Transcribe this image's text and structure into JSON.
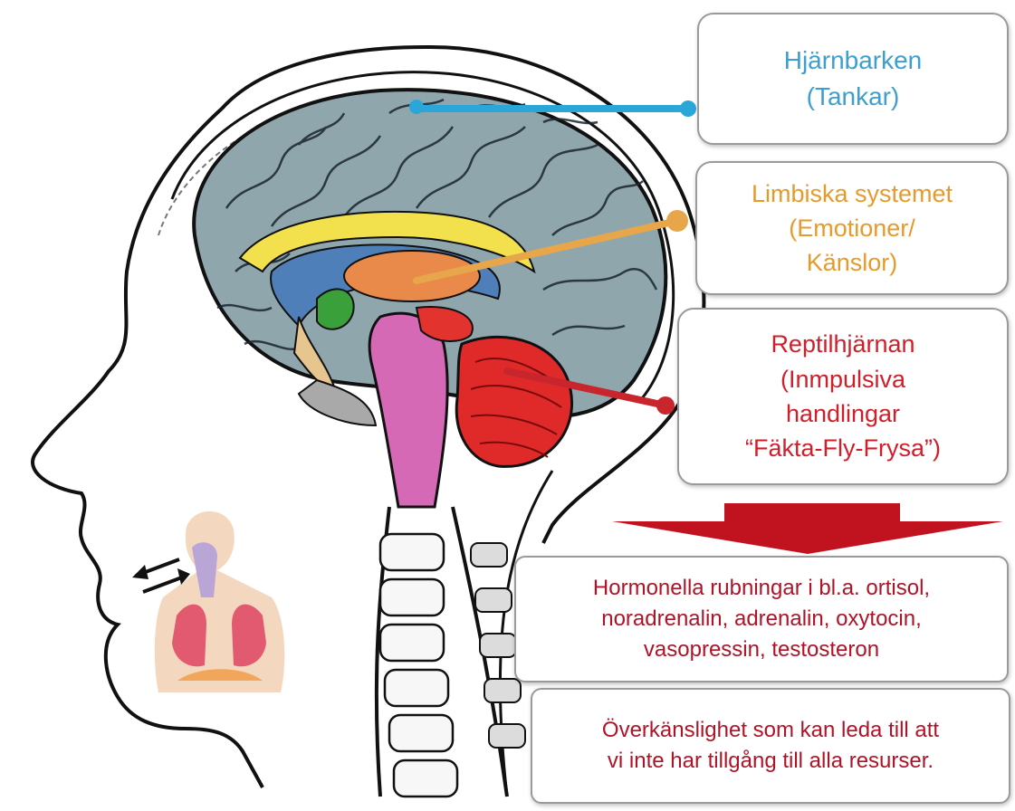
{
  "colors": {
    "cortex": "#3d9fcf",
    "limbic": "#e79a2c",
    "reptile": "#d11f2a",
    "hormone": "#b01327",
    "arrow": "#c1121f",
    "cortex_line": "#2aa6d9",
    "limbic_line": "#e8a64a",
    "reptile_line": "#c9252d"
  },
  "labels": {
    "cortex": {
      "title": "Hjärnbarken",
      "subtitle": "(Tankar)"
    },
    "limbic": {
      "title": "Limbiska systemet",
      "line2": "(Emotioner/",
      "line3": "Känslor)"
    },
    "reptile": {
      "title": "Reptilhjärnan",
      "line2": "(Inmpulsiva",
      "line3": "handlingar",
      "line4": "“Fäkta-Fly-Frysa”)"
    },
    "hormones": {
      "line1": "Hormonella rubningar i bl.a. ortisol,",
      "line2": "noradrenalin, adrenalin, oxytocin,",
      "line3": "vasopressin, testosteron"
    },
    "sensitivity": {
      "line1": "Överkänslighet som kan leda till att",
      "line2": "vi inte har tillgång till alla resurser."
    }
  },
  "icons": {
    "head": "head-profile-icon",
    "brain": "brain-icon",
    "torso": "respiratory-torso-icon",
    "breath": "breath-arrows-icon",
    "down_arrow": "down-arrow-icon"
  }
}
